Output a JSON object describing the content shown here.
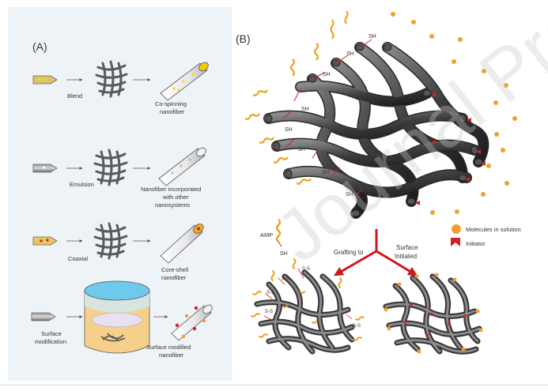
{
  "panel_a": {
    "label": "(A)",
    "rows": [
      {
        "method": "Blend",
        "result": [
          "Co-spinning",
          "nanofiber"
        ]
      },
      {
        "method": "Emulsion",
        "result": [
          "Nanofiber incorporated",
          "with other",
          "nanosystems"
        ]
      },
      {
        "method": "Coaxial",
        "result": [
          "Core-shell",
          "nanofiber"
        ]
      },
      {
        "method": [
          "Surface",
          "modification"
        ],
        "result": [
          "Surface modified",
          "nanofiber"
        ]
      }
    ]
  },
  "panel_b": {
    "label": "(B)",
    "sh_label": "SH",
    "ss_label": "S-S",
    "amp_label": "AMP",
    "legend": {
      "molecules": "Molecules in solution",
      "initiator": "Initiator"
    },
    "arrows": {
      "grafting_to": "Grafting to",
      "surface_initiated": [
        "Surface",
        "Initiated"
      ]
    }
  },
  "watermark": "Journal Pre-proof",
  "colors": {
    "fiber": "#4a4a4a",
    "molecule": "#f0a030",
    "initiator": "#d42020",
    "arrow": "#d01818",
    "panel_a_bg": "#eef3f8"
  }
}
